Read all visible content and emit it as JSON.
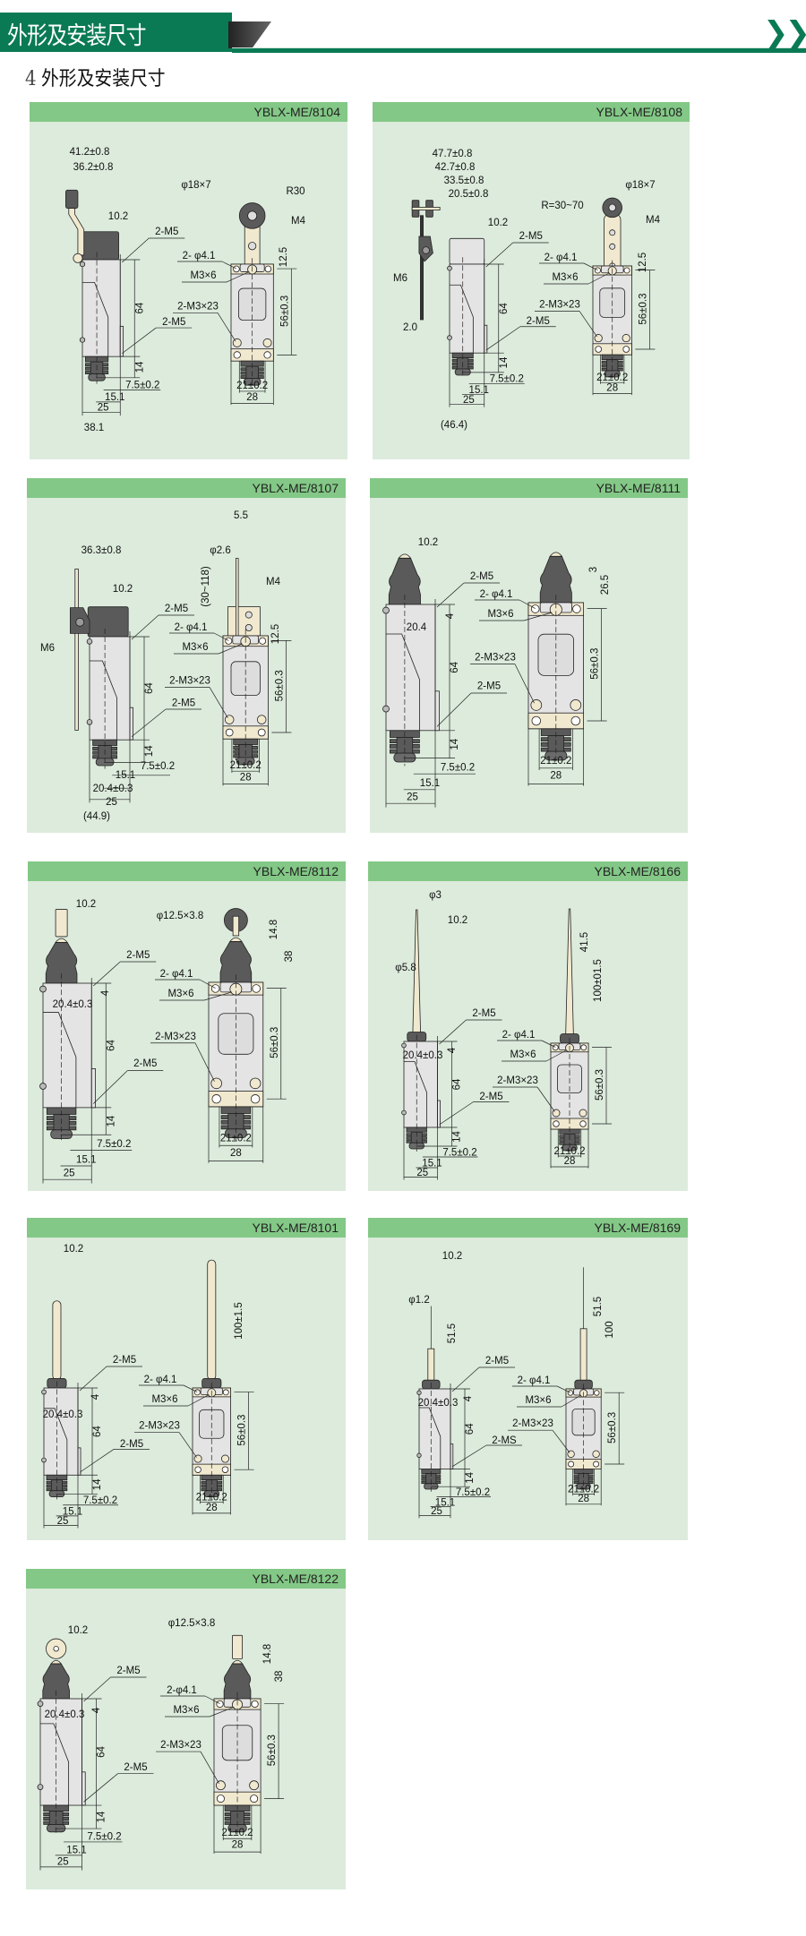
{
  "header": {
    "title": "外形及安装尺寸",
    "chevron_icon": "double-chevron-right-icon",
    "accent_color": "#0a7a55"
  },
  "section": {
    "number": "4",
    "title": "外形及安装尺寸"
  },
  "colors": {
    "panel_header": "#83c886",
    "panel_body": "#dcebdc"
  },
  "panels": [
    {
      "model": "YBLX-ME/8104",
      "type": "roller-lever",
      "labels": {
        "m5_top": "2-M5",
        "m5_bot": "2-M5",
        "h64": "64",
        "h14": "14",
        "d75": "7.5±0.2",
        "d151": "15.1",
        "d25": "25",
        "phi41": "2- φ4.1",
        "m36": "M3×6",
        "m323": "2-M3×23",
        "h56": "56±0.3",
        "d21": "21±0.2",
        "d28": "28"
      },
      "extras": [
        "41.2±0.8",
        "36.2±0.8",
        "10.2",
        "38.1",
        "φ18×7",
        "R30",
        "M4",
        "12.5"
      ]
    },
    {
      "model": "YBLX-ME/8108",
      "type": "adj-roller",
      "labels": {
        "m5_top": "2-M5",
        "m5_bot": "2-M5",
        "h64": "64",
        "h14": "14",
        "d75": "7.5±0.2",
        "d151": "15.1",
        "d25": "25",
        "phi41": "2- φ4.1",
        "m36": "M3×6",
        "m323": "2-M3×23",
        "h56": "56±0.3",
        "d21": "21±0.2",
        "d28": "28"
      },
      "extras": [
        "47.7±0.8",
        "42.7±0.8",
        "33.5±0.8",
        "20.5±0.8",
        "10.2",
        "M6",
        "2.0",
        "(46.4)",
        "φ18×7",
        "R=30~70",
        "M4",
        "12.5"
      ]
    },
    {
      "model": "YBLX-ME/8107",
      "type": "rod-lever",
      "labels": {
        "m5_top": "2-M5",
        "m5_bot": "2-M5",
        "h64": "64",
        "h14": "14",
        "d75": "7.5±0.2",
        "d151": "15.1",
        "d25": "25",
        "phi41": "2- φ4.1",
        "m36": "M3×6",
        "m323": "2-M3×23",
        "h56": "56±0.3",
        "d21": "21±0.2",
        "d28": "28"
      },
      "extras": [
        "36.3±0.8",
        "10.2",
        "M6",
        "20.4±0.3",
        "(44.9)",
        "5.5",
        "φ2.6",
        "(30~118)",
        "M4",
        "12.5"
      ]
    },
    {
      "model": "YBLX-ME/8111",
      "type": "plunger",
      "labels": {
        "m5_top": "2-M5",
        "m5_bot": "2-M5",
        "h64": "64",
        "h14": "14",
        "d75": "7.5±0.2",
        "d151": "15.1",
        "d25": "25",
        "phi41": "2- φ4.1",
        "m36": "M3×6",
        "m323": "2-M3×23",
        "h56": "56±0.3",
        "d21": "21±0.2",
        "d28": "28"
      },
      "extras": [
        "10.2",
        "20.4",
        "4",
        "3",
        "26.5"
      ]
    },
    {
      "model": "YBLX-ME/8112",
      "type": "roller-plunger",
      "labels": {
        "m5_top": "2-M5",
        "m5_bot": "2-M5",
        "h64": "64",
        "h14": "14",
        "d75": "7.5±0.2",
        "d151": "15.1",
        "d25": "25",
        "phi41": "2- φ4.1",
        "m36": "M3×6",
        "m323": "2-M3×23",
        "h56": "56±0.3",
        "d21": "21±0.2",
        "d28": "28"
      },
      "extras": [
        "10.2",
        "20.4±0.3",
        "4",
        "φ12.5×3.8",
        "14.8",
        "38"
      ]
    },
    {
      "model": "YBLX-ME/8166",
      "type": "spring-cone",
      "labels": {
        "m5_top": "2-M5",
        "m5_bot": "2-M5",
        "h64": "64",
        "h14": "14",
        "d75": "7.5±0.2",
        "d151": "15.1",
        "d25": "25",
        "phi41": "2- φ4.1",
        "m36": "M3×6",
        "m323": "2-M3×23",
        "h56": "56±0.3",
        "d21": "21±0.2",
        "d28": "28"
      },
      "extras": [
        "φ3",
        "10.2",
        "φ5.8",
        "20.4±0.3",
        "4",
        "41.5",
        "100±01.5"
      ]
    },
    {
      "model": "YBLX-ME/8101",
      "type": "spring",
      "labels": {
        "m5_top": "2-M5",
        "m5_bot": "2-M5",
        "h64": "64",
        "h14": "14",
        "d75": "7.5±0.2",
        "d151": "15.1",
        "d25": "25",
        "phi41": "2- φ4.1",
        "m36": "M3×6",
        "m323": "2-M3×23",
        "h56": "56±0.3",
        "d21": "21±0.2",
        "d28": "28"
      },
      "extras": [
        "10.2",
        "20.4±0.3",
        "4",
        "100±1.5"
      ]
    },
    {
      "model": "YBLX-ME/8169",
      "type": "wire",
      "labels": {
        "m5_top": "2-M5",
        "m5_bot": "2-MS",
        "h64": "64",
        "h14": "14",
        "d75": "7.5±0.2",
        "d151": "15.1",
        "d25": "25",
        "phi41": "2- φ4.1",
        "m36": "M3×6",
        "m323": "2-M3×23",
        "h56": "56±0.3",
        "d21": "21±0.2",
        "d28": "28"
      },
      "extras": [
        "10.2",
        "φ1.2",
        "51.5",
        "20.4±0.3",
        "4",
        "51.5",
        "100"
      ]
    },
    {
      "model": "YBLX-ME/8122",
      "type": "roller-cross",
      "labels": {
        "m5_top": "2-M5",
        "m5_bot": "2-M5",
        "h64": "64",
        "h14": "14",
        "d75": "7.5±0.2",
        "d151": "15.1",
        "d25": "25",
        "phi41": "2-φ4.1",
        "m36": "M3×6",
        "m323": "2-M3×23",
        "h56": "56±0.3",
        "d21": "21±0.2",
        "d28": "28"
      },
      "extras": [
        "10.2",
        "20.4±0.3",
        "4",
        "φ12.5×3.8",
        "14.8",
        "38"
      ]
    }
  ]
}
